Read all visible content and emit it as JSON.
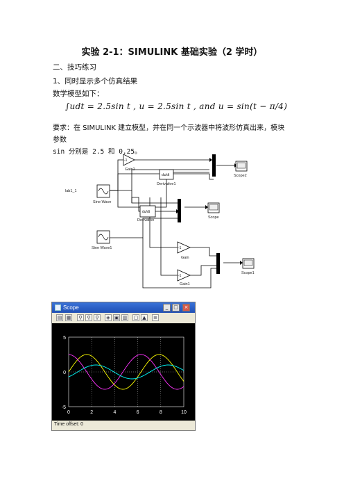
{
  "doc": {
    "title": "实验 2-1：SIMULINK 基础实验（2 学时）",
    "section": "二、技巧练习",
    "item1": "1、同时显示多个仿真结果",
    "model_label": "数学模型如下：",
    "formula": "∫udt = 2.5sin t , u = 2.5sin t , and   u = sin(t − π/4)",
    "requirement_line1": "要求：在 SIMULINK 建立模型，并在同一个示波器中将波形仿真出来，模块参数",
    "requirement_line2": "sin 分别是 2.5 和 0.25。"
  },
  "diagram": {
    "model_name": "lab1_1",
    "blocks": {
      "gain2": {
        "label": "Gain2",
        "value": "-1"
      },
      "derivative1": {
        "label": "Derivative1",
        "text": "du/dt"
      },
      "scope2": {
        "label": "Scope2"
      },
      "sine_wave": {
        "label": "Sine Wave"
      },
      "derivative": {
        "label": "Derivative",
        "text": "du/dt"
      },
      "scope": {
        "label": "Scope"
      },
      "sine_wave1": {
        "label": "Sine Wave1"
      },
      "gain": {
        "label": "Gain",
        "value": "-1"
      },
      "gain1": {
        "label": "Gain1",
        "value": "-1"
      },
      "scope1": {
        "label": "Scope1"
      }
    }
  },
  "scope_window": {
    "title": "Scope",
    "buttons": {
      "minimize": "_",
      "maximize": "□",
      "close": "×"
    },
    "toolbar_icons": [
      "print-icon",
      "params-icon",
      "zoom-icon",
      "zoom-x-icon",
      "zoom-y-icon",
      "autoscale-icon",
      "save-axes-icon",
      "restore-icon",
      "floating-scope-icon",
      "lock-icon",
      "signal-select-icon"
    ],
    "time_offset_label": "Time offset:",
    "time_offset_value": "0"
  },
  "chart_data": {
    "type": "line",
    "xlim": [
      0,
      10
    ],
    "ylim": [
      -5,
      5
    ],
    "xticks": [
      "0",
      "2",
      "4",
      "6",
      "8",
      "10"
    ],
    "yticks": [
      "5",
      "0",
      "-5"
    ],
    "grid": true,
    "background": "#000000",
    "series": [
      {
        "color": "#ffff00",
        "amplitude": 2.5,
        "phase": 0
      },
      {
        "color": "#ff33ff",
        "amplitude": 2.5,
        "phase": 1.5708
      },
      {
        "color": "#00ffff",
        "amplitude": 1.0,
        "phase": -0.7854
      }
    ]
  }
}
